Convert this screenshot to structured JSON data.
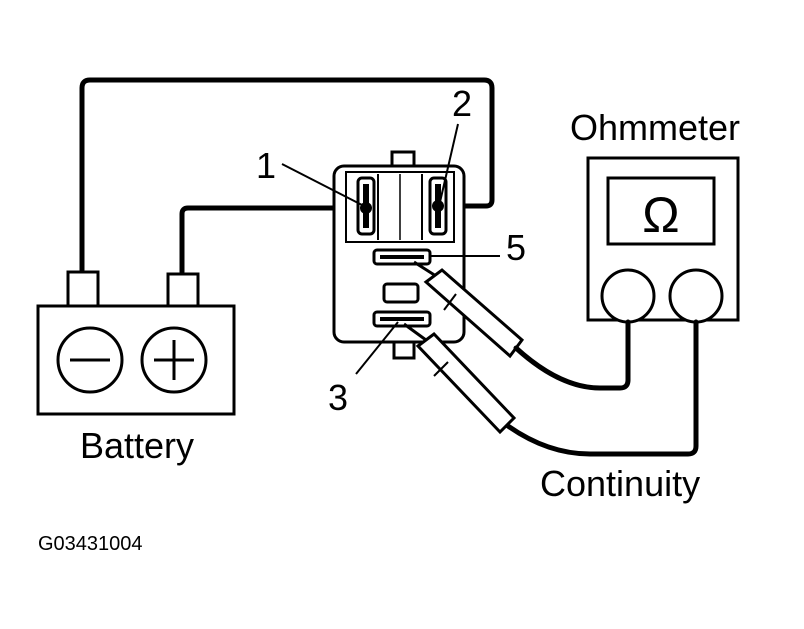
{
  "labels": {
    "battery": "Battery",
    "ohmmeter": "Ohmmeter",
    "continuity": "Continuity",
    "figure_code": "G03431004",
    "ohm_symbol": "Ω"
  },
  "terminals": {
    "t1": "1",
    "t2": "2",
    "t3": "3",
    "t5": "5"
  },
  "battery_terminals": {
    "negative_icon": "minus-icon",
    "positive_icon": "plus-icon"
  },
  "colors": {
    "ink": "#000000",
    "paper": "#ffffff"
  }
}
